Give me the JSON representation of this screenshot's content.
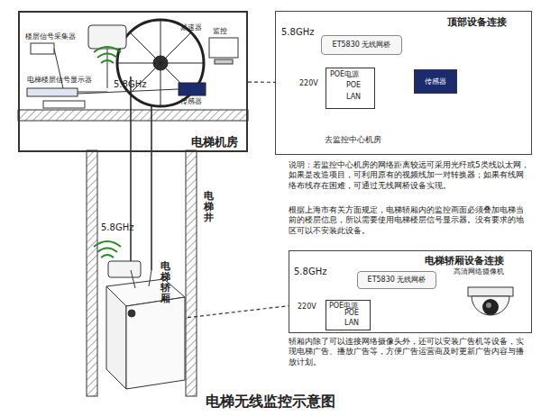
{
  "diagram": {
    "title": "电梯无线监控示意图",
    "nodes": [
      {
        "text": [
          "电梯机房"
        ]
      },
      {
        "text": [
          "电梯轿厢"
        ]
      },
      {
        "text": [
          "顶部设备连接"
        ]
      },
      {
        "text": [
          "ET5830 无线网桥"
        ],
        "in": 2
      },
      {
        "text": [
          "POE电源"
        ],
        "in": 2
      },
      {
        "text": [
          "传感器"
        ],
        "in": 2
      },
      {
        "text": [
          "电梯轿厢设备连接"
        ]
      },
      {
        "text": [
          "ET5830 无线网桥"
        ],
        "in": 6
      },
      {
        "text": [
          "POE电源"
        ],
        "in": 6
      },
      {
        "text": [
          "高清网络摄像机"
        ],
        "in": 6
      }
    ],
    "edges": [
      {
        "from": 3,
        "to": 4,
        "arrow": "none"
      },
      {
        "from": 8,
        "to": 7,
        "arrow": "none"
      },
      {
        "from": 8,
        "to": 9,
        "arrow": "none"
      },
      {
        "from": 0,
        "to": 2,
        "arrow": "none"
      },
      {
        "from": 1,
        "to": 6,
        "arrow": "none"
      }
    ],
    "labels": [
      "5.8GHz",
      "减速器",
      "监控",
      "传感器",
      "楼层信号采集器",
      "电梯楼层信号显示器",
      "电梯井",
      "5.8GHz",
      "5.8GHz",
      "220V",
      "POE",
      "LAN",
      "去监控中心机房",
      "说明：若监控中心机房的网络距离较远可采用光纤或5类线以太网，如果是改造项目，可利用原有的视频线加一对转换器；如果有线网络布线存在困难，可通过无线网桥设备实现。",
      "根据上海市有关方面规定，电梯轿厢内的监控画面必须叠加电梯当前的楼层信息，所以需要使用电梯楼层信号显示器。没有要求的地区可以不安装此设备。",
      "5.8GHz",
      "220V",
      "POE",
      "LAN",
      "轿厢内除了可以连接网络摄像头外，还可以安装广告机等设备，实现电梯广告、播放广告等，方便广告运营商及时更新广告内容与播放计划。"
    ]
  }
}
